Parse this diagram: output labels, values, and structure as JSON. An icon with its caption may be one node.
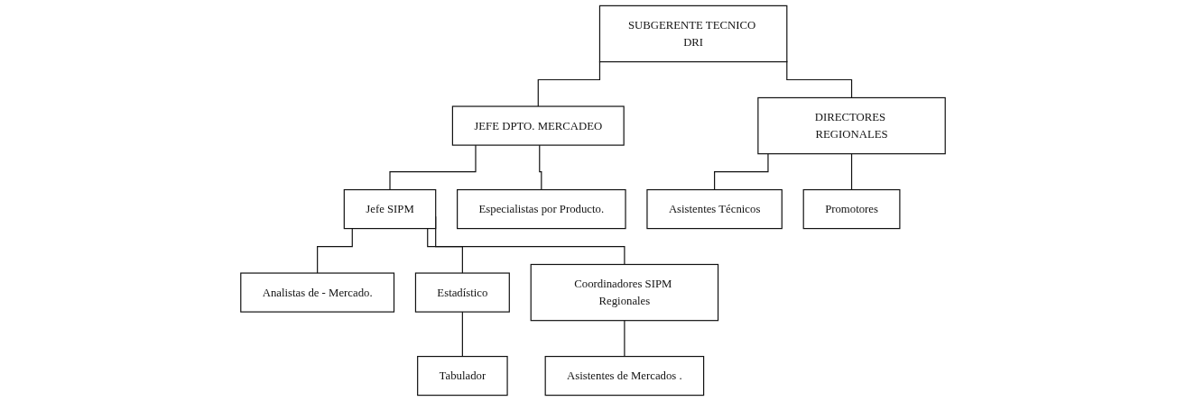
{
  "diagram": {
    "nodes": [
      {
        "text": [
          "SUBGERENTE TECNICO DRI"
        ]
      },
      {
        "text": [
          "JEFE DPTO. MERCADEO"
        ]
      },
      {
        "text": [
          "DIRECTORES REGIONALES"
        ]
      },
      {
        "text": [
          "Jefe SIPM"
        ]
      },
      {
        "text": [
          "Especialistas por Producto."
        ]
      },
      {
        "text": [
          "Asistentes Técnicos"
        ]
      },
      {
        "text": [
          "Promotores"
        ]
      },
      {
        "text": [
          "Analistas de - Mercado."
        ]
      },
      {
        "text": [
          "Estadístico"
        ]
      },
      {
        "text": [
          "Coordinadores SIPM Regionales"
        ]
      },
      {
        "text": [
          "Tabulador"
        ]
      },
      {
        "text": [
          "Asistentes de Mercados ."
        ]
      }
    ],
    "edges": [
      {
        "from": 0,
        "to": 1,
        "arrow": "none"
      },
      {
        "from": 0,
        "to": 2,
        "arrow": "none"
      },
      {
        "from": 1,
        "to": 3,
        "arrow": "none"
      },
      {
        "from": 1,
        "to": 4,
        "arrow": "none"
      },
      {
        "from": 2,
        "to": 5,
        "arrow": "none"
      },
      {
        "from": 2,
        "to": 6,
        "arrow": "none"
      },
      {
        "from": 3,
        "to": 7,
        "arrow": "none"
      },
      {
        "from": 3,
        "to": 8,
        "arrow": "none"
      },
      {
        "from": 3,
        "to": 9,
        "arrow": "none"
      },
      {
        "from": 8,
        "to": 10,
        "arrow": "none"
      },
      {
        "from": 9,
        "to": 11,
        "arrow": "none"
      }
    ]
  }
}
